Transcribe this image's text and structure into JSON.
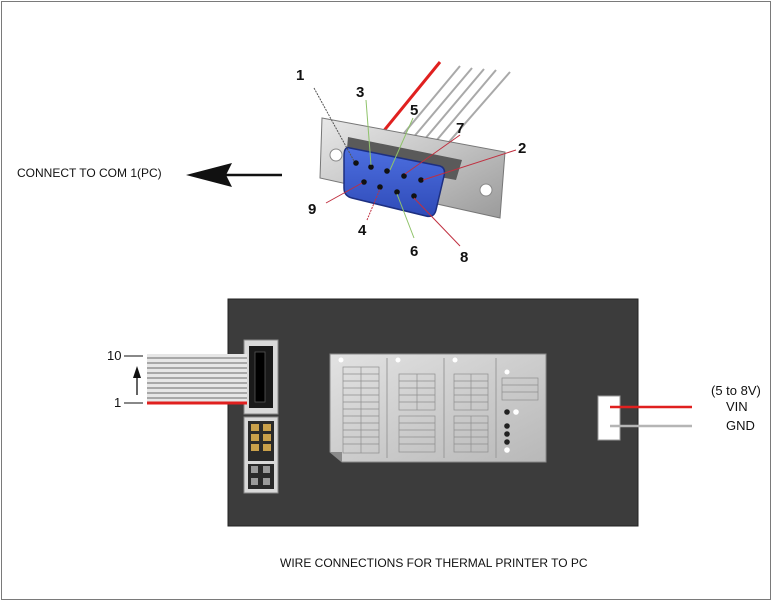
{
  "connector": {
    "pins": [
      {
        "label": "1"
      },
      {
        "label": "2"
      },
      {
        "label": "3"
      },
      {
        "label": "4"
      },
      {
        "label": "5"
      },
      {
        "label": "6"
      },
      {
        "label": "7"
      },
      {
        "label": "8"
      },
      {
        "label": "9"
      }
    ],
    "connect_text": "CONNECT TO COM 1(PC)"
  },
  "ribbon": {
    "label_top": "10",
    "label_bottom": "1"
  },
  "power": {
    "range": "(5 to 8V)",
    "vin": "VIN",
    "gnd": "GND"
  },
  "caption": "WIRE CONNECTIONS FOR THERMAL PRINTER TO PC",
  "colors": {
    "red_wire": "#e0201f",
    "gray_wire": "#b5b5b5",
    "connector_blue": "#3e5fcf",
    "board": "#3c3c3c",
    "label_panel": "#cfcfcf"
  }
}
